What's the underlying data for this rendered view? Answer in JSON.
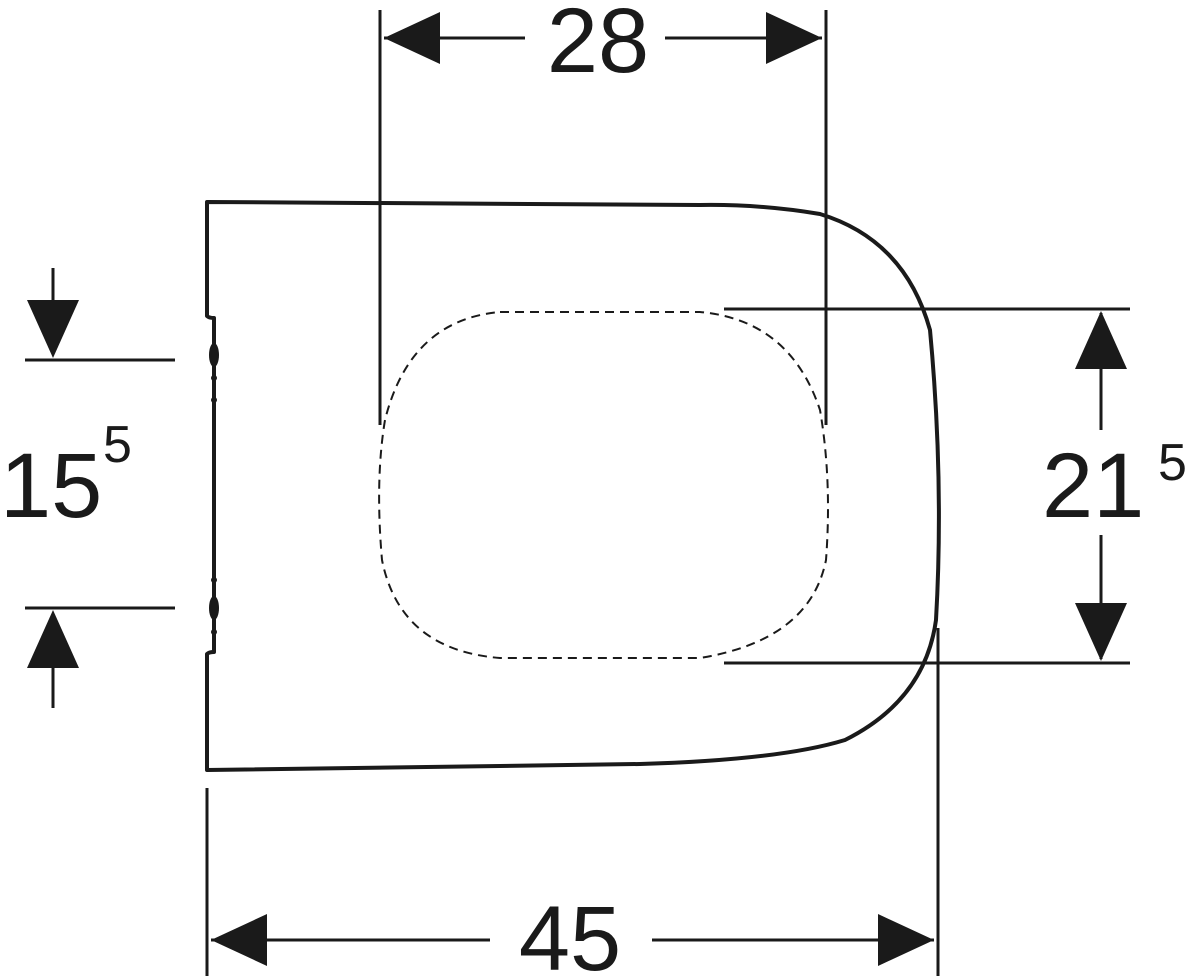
{
  "dimensions": {
    "width_top": {
      "value": "28"
    },
    "width_bottom": {
      "value": "45"
    },
    "height_left": {
      "value": "15",
      "superscript": "5"
    },
    "height_right": {
      "value": "21",
      "superscript": "5"
    }
  },
  "colors": {
    "line": "#1a1a1a",
    "background": "#ffffff"
  }
}
